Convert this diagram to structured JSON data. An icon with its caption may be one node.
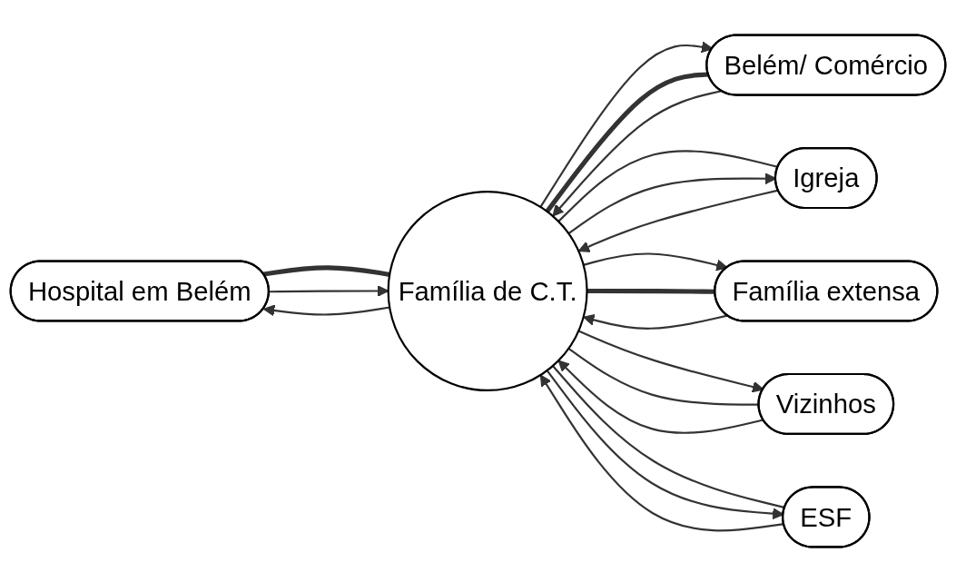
{
  "diagram": {
    "nodes": [
      {
        "text": [
          "Hospital em Belém"
        ]
      },
      {
        "text": [
          "Belém/ Comércio"
        ]
      },
      {
        "text": [
          "Família de C.T."
        ]
      },
      {
        "text": [
          "Igreja"
        ]
      },
      {
        "text": [
          "Família extensa"
        ]
      },
      {
        "text": [
          "Vizinhos"
        ]
      },
      {
        "text": [
          "ESF"
        ]
      }
    ],
    "edges": [
      {
        "from": 0,
        "to": 2,
        "arrow": "none",
        "style": "thick"
      },
      {
        "from": 2,
        "to": 0,
        "arrow": "to"
      },
      {
        "from": 0,
        "to": 2,
        "arrow": "to"
      },
      {
        "from": 1,
        "to": 2,
        "arrow": "none",
        "style": "thick"
      },
      {
        "from": 1,
        "to": 2,
        "arrow": "to"
      },
      {
        "from": 2,
        "to": 1,
        "arrow": "to"
      },
      {
        "from": 2,
        "to": 3,
        "arrow": "none"
      },
      {
        "from": 3,
        "to": 2,
        "arrow": "to"
      },
      {
        "from": 2,
        "to": 3,
        "arrow": "to"
      },
      {
        "from": 4,
        "to": 2,
        "arrow": "none",
        "style": "thick"
      },
      {
        "from": 2,
        "to": 4,
        "arrow": "to"
      },
      {
        "from": 4,
        "to": 2,
        "arrow": "to"
      },
      {
        "from": 5,
        "to": 2,
        "arrow": "none"
      },
      {
        "from": 2,
        "to": 5,
        "arrow": "to"
      },
      {
        "from": 5,
        "to": 2,
        "arrow": "to"
      },
      {
        "from": 2,
        "to": 6,
        "arrow": "none"
      },
      {
        "from": 2,
        "to": 6,
        "arrow": "to"
      },
      {
        "from": 6,
        "to": 2,
        "arrow": "to"
      }
    ]
  }
}
